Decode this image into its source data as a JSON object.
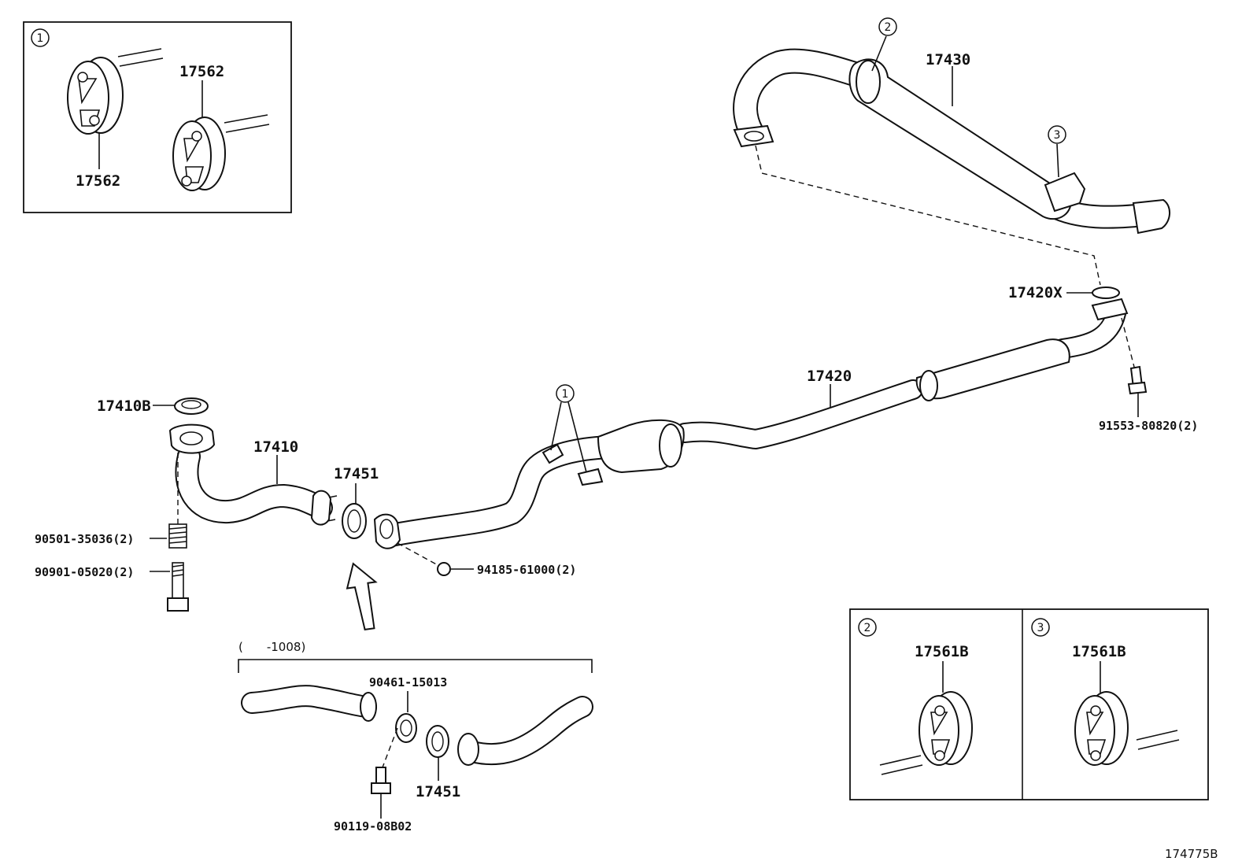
{
  "labels": {
    "insert1_top_part": "17562",
    "insert1_bottom_part": "17562",
    "muffler": "17430",
    "gasket_tail": "17420X",
    "tail_bolt": "91553-80820(2)",
    "center_pipe": "17420",
    "front_gasket": "17410B",
    "front_pipe": "17410",
    "front_ring": "17451",
    "spring": "90501-35036(2)",
    "front_bolt": "90901-05020(2)",
    "nut": "94185-61000(2)",
    "sub_range": "(　　-1008)",
    "sub_clamp": "90461-15013",
    "sub_ring": "17451",
    "sub_bolt": "90119-08B02",
    "insert2_part": "17561B",
    "insert3_part": "17561B",
    "drawing_number": "174775B"
  },
  "callouts": {
    "c1_insert": "1",
    "c1_main": "1",
    "c2_muffler": "2",
    "c3_muffler": "3",
    "c2_insert": "2",
    "c3_insert": "3"
  }
}
